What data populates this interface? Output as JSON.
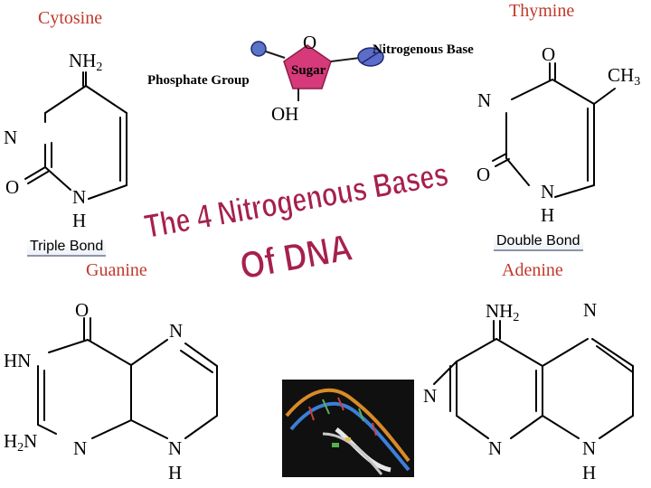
{
  "cytosine": {
    "name": "Cytosine",
    "amine_n": "N",
    "amine_h": "H",
    "amine_sub": "2",
    "ring_n_left": "N",
    "oxygen": "O",
    "ring_n_low": "N",
    "hydrogen": "H",
    "bond_label": "Triple Bond"
  },
  "nucleotide": {
    "oxygen": "O",
    "phosphate_label": "Phosphate Group",
    "sugar_label": "Sugar",
    "hydroxyl": "OH",
    "base_label": "Nitrogenous Base"
  },
  "thymine": {
    "name": "Thymine",
    "oxygen_top": "O",
    "methyl_c": "CH",
    "methyl_sub": "3",
    "ring_n": "N",
    "oxygen_low": "O",
    "ring_n_low": "N",
    "hydrogen": "H",
    "bond_label": "Double Bond"
  },
  "title": {
    "line1": "The 4 Nitrogenous Bases",
    "line2": "Of DNA"
  },
  "guanine": {
    "name": "Guanine",
    "oxygen": "O",
    "ring_n_top": "N",
    "hn": "HN",
    "amine_n": "N",
    "amine_h": "H",
    "amine_sub": "2",
    "ring_n_low1": "N",
    "ring_n_low2": "N",
    "hydrogen": "H"
  },
  "adenine": {
    "name": "Adenine",
    "amine_n": "N",
    "amine_h": "H",
    "amine_sub": "2",
    "ring_n_top": "N",
    "ring_n_mid": "N",
    "ring_n_low1": "N",
    "ring_n_low2": "N",
    "hydrogen": "H"
  },
  "colors": {
    "heading": "#c0392b",
    "title": "#a6204e",
    "sugar": "#d63a7a",
    "phosphate": "#4b62b8",
    "base": "#5b6cc9",
    "bond_line": "#8d95a8"
  }
}
